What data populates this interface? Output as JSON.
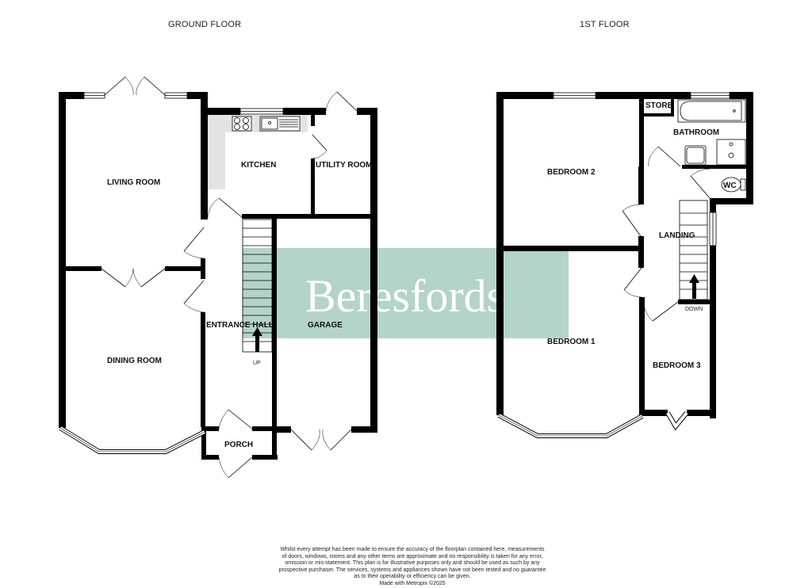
{
  "floors": [
    {
      "title": "GROUND FLOOR",
      "rooms": [
        {
          "name": "LIVING ROOM"
        },
        {
          "name": "KITCHEN"
        },
        {
          "name": "UTILITY ROOM"
        },
        {
          "name": "DINING ROOM"
        },
        {
          "name": "ENTRANCE HALL"
        },
        {
          "name": "GARAGE"
        },
        {
          "name": "PORCH"
        }
      ],
      "stairs_label": "UP"
    },
    {
      "title": "1ST FLOOR",
      "rooms": [
        {
          "name": "BEDROOM 2"
        },
        {
          "name": "STORE"
        },
        {
          "name": "BATHROOM"
        },
        {
          "name": "WC"
        },
        {
          "name": "LANDING"
        },
        {
          "name": "BEDROOM 1"
        },
        {
          "name": "BEDROOM 3"
        }
      ],
      "stairs_label": "DOWN"
    }
  ],
  "watermark": {
    "text": "Beresfords",
    "color": "#b4d3c9"
  },
  "colors": {
    "wall": "#000000",
    "counter": "#e3e3e3",
    "background": "#ffffff"
  },
  "disclaimer": {
    "lines": [
      "Whilst every attempt has been made to ensure the accuracy of the floorplan contained here, measurements",
      "of doors, windows, rooms and any other items are approximate and no responsibility is taken for any error,",
      "omission or mis-statement. This plan is for illustrative purposes only and should be used as such by any",
      "prospective purchaser. The services, systems and appliances shown have not been tested and no guarantee",
      "as to their operability or efficiency can be given."
    ],
    "credit": "Made with Metropix ©2025"
  }
}
